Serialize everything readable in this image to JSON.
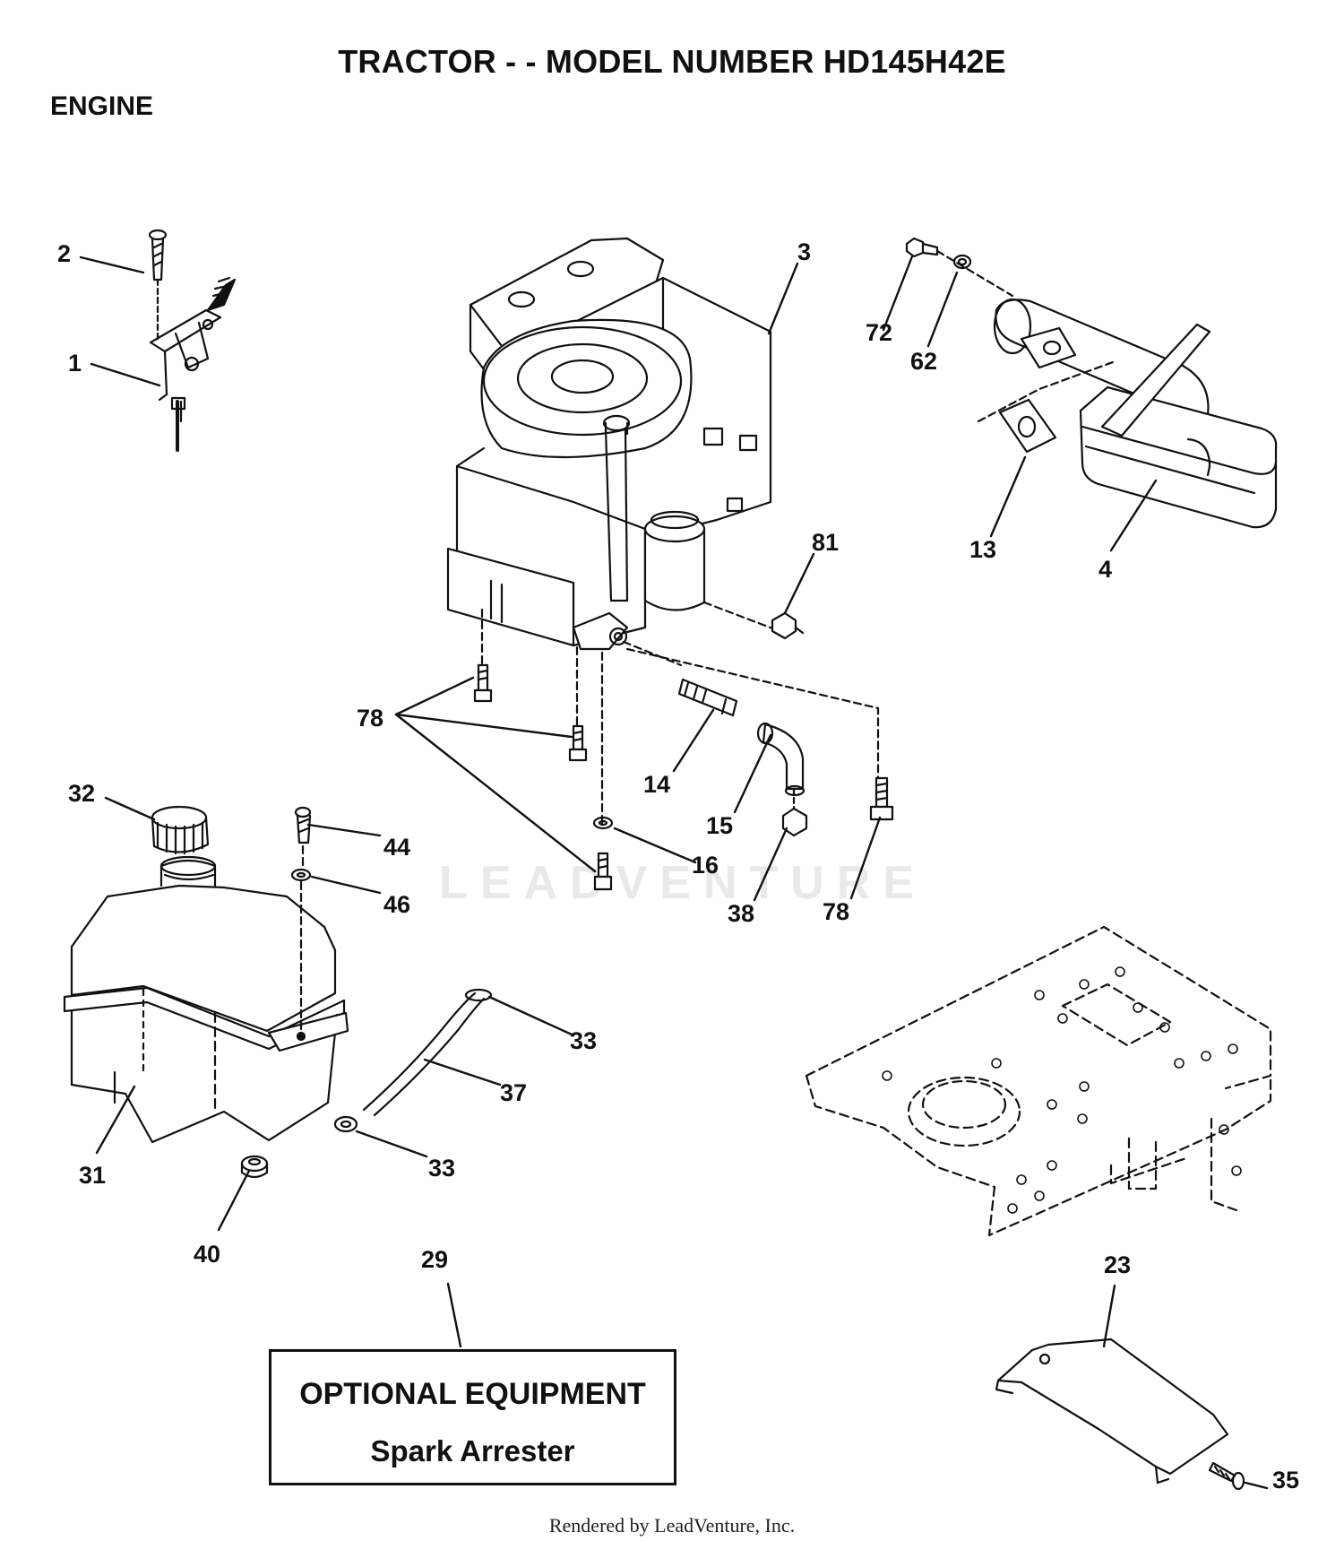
{
  "header": {
    "title": "TRACTOR - - MODEL NUMBER HD145H42E",
    "section": "ENGINE"
  },
  "watermark": "LEADVENTURE",
  "callouts": [
    {
      "id": "c-2",
      "label": "2"
    },
    {
      "id": "c-1",
      "label": "1"
    },
    {
      "id": "c-3",
      "label": "3"
    },
    {
      "id": "c-72",
      "label": "72"
    },
    {
      "id": "c-62",
      "label": "62"
    },
    {
      "id": "c-13",
      "label": "13"
    },
    {
      "id": "c-4",
      "label": "4"
    },
    {
      "id": "c-81",
      "label": "81"
    },
    {
      "id": "c-78a",
      "label": "78"
    },
    {
      "id": "c-14",
      "label": "14"
    },
    {
      "id": "c-15",
      "label": "15"
    },
    {
      "id": "c-16",
      "label": "16"
    },
    {
      "id": "c-38",
      "label": "38"
    },
    {
      "id": "c-78b",
      "label": "78"
    },
    {
      "id": "c-32",
      "label": "32"
    },
    {
      "id": "c-44",
      "label": "44"
    },
    {
      "id": "c-46",
      "label": "46"
    },
    {
      "id": "c-33a",
      "label": "33"
    },
    {
      "id": "c-37",
      "label": "37"
    },
    {
      "id": "c-33b",
      "label": "33"
    },
    {
      "id": "c-31",
      "label": "31"
    },
    {
      "id": "c-40",
      "label": "40"
    },
    {
      "id": "c-29",
      "label": "29"
    },
    {
      "id": "c-23",
      "label": "23"
    },
    {
      "id": "c-35",
      "label": "35"
    }
  ],
  "optional_equipment": {
    "title": "OPTIONAL EQUIPMENT",
    "item": "Spark Arrester"
  },
  "footer": "Rendered by LeadVenture, Inc."
}
